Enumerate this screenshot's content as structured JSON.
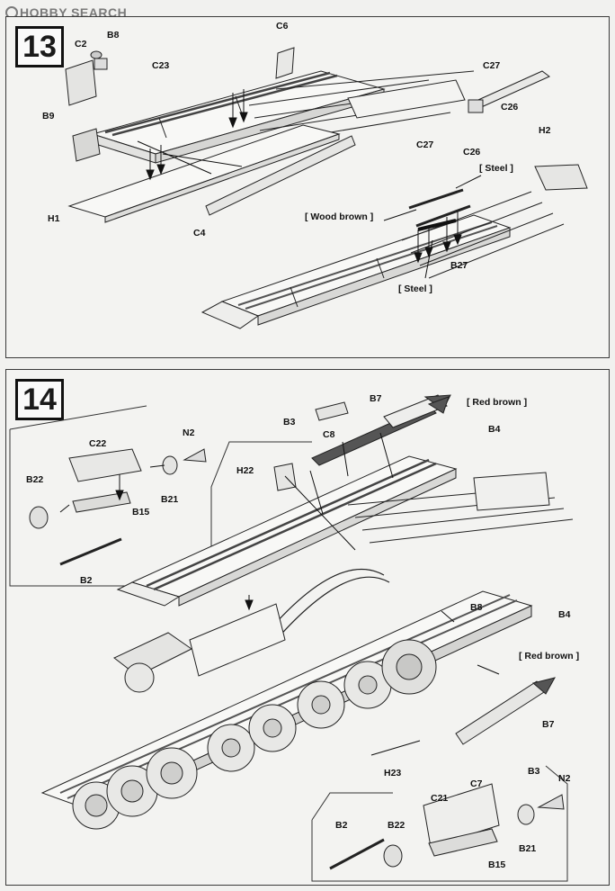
{
  "watermark": {
    "brand": "HOBBY",
    "suffix": "SEARCH"
  },
  "step13": {
    "number": "13",
    "labels": {
      "c6": "C6",
      "c2": "C2",
      "b8": "B8",
      "c23": "C23",
      "b9": "B9",
      "h1": "H1",
      "c4": "C4",
      "c27_top": "C27",
      "c26_top": "C26",
      "h2": "H2",
      "c27_mid": "C27",
      "c26_mid": "C26",
      "b27": "B27"
    },
    "notes": {
      "steel_a": "[ Steel ]",
      "wood_brown": "[ Wood brown ]",
      "steel_b": "[ Steel ]"
    }
  },
  "step14": {
    "number": "14",
    "labels": {
      "c22": "C22",
      "n2_inset": "N2",
      "b22_inset": "B22",
      "b21_inset": "B21",
      "b15_inset": "B15",
      "b2_inset": "B2",
      "b3_top": "B3",
      "c8": "C8",
      "b7_top": "B7",
      "b4_top": "B4",
      "h22": "H22",
      "b8": "B8",
      "b4_right": "B4",
      "b7_right": "B7",
      "b3_bottom": "B3",
      "h23": "H23",
      "c7": "C7",
      "n2_bottom": "N2",
      "c21": "C21",
      "b2_bottom": "B2",
      "b22_bottom": "B22",
      "b21_bottom": "B21",
      "b15_bottom": "B15"
    },
    "notes": {
      "red_brown_top": "[ Red brown ]",
      "red_brown_right": "[ Red brown ]"
    }
  }
}
